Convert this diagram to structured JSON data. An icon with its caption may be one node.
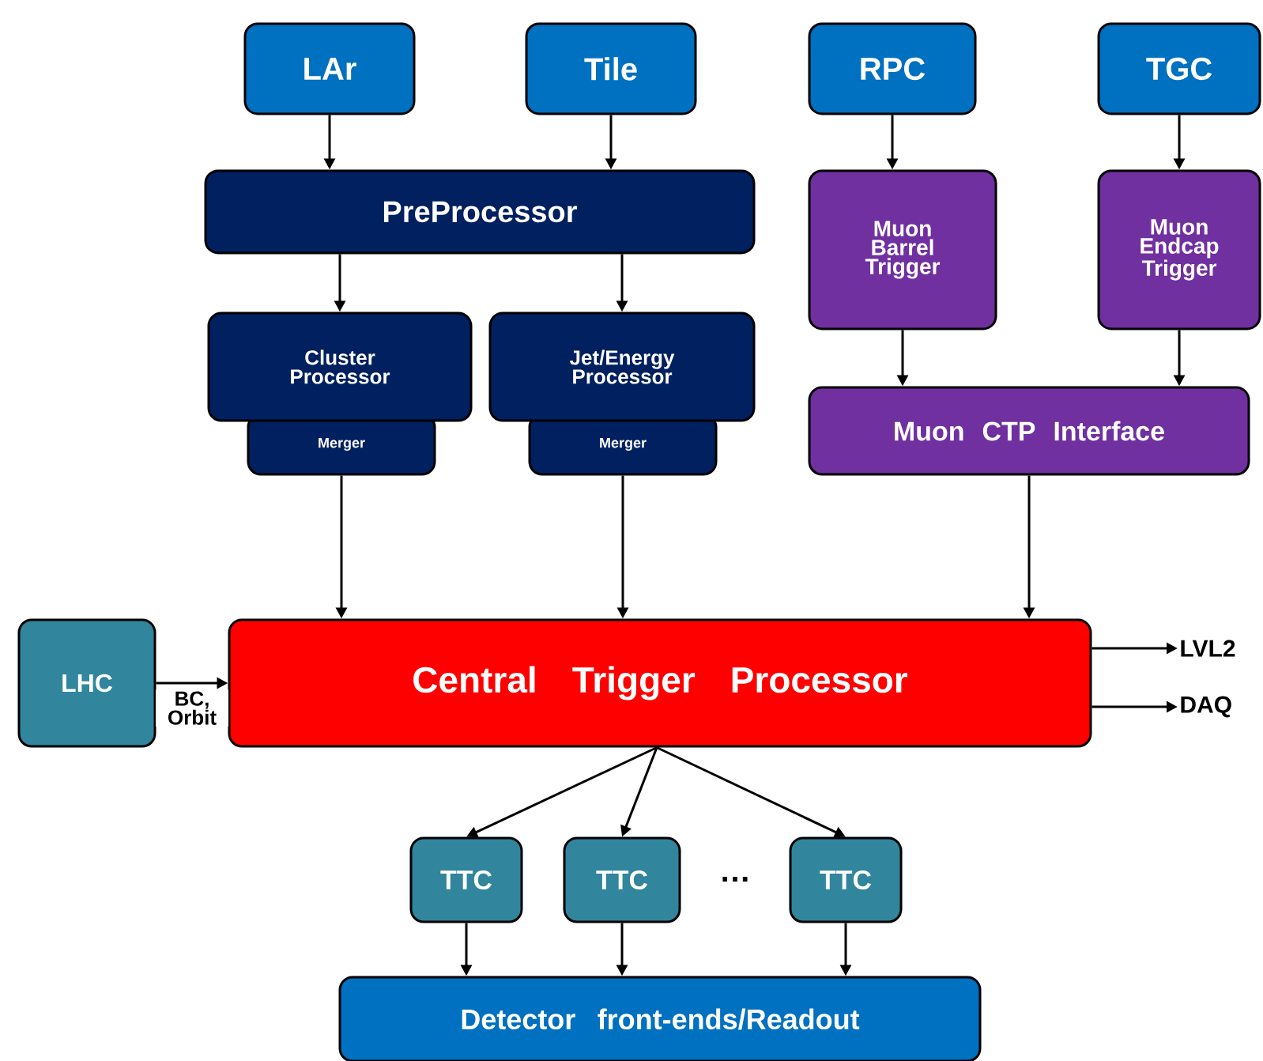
{
  "diagram": {
    "nodes": [
      {
        "text": [
          "LAr"
        ]
      },
      {
        "text": [
          "Tile"
        ]
      },
      {
        "text": [
          "RPC"
        ]
      },
      {
        "text": [
          "TGC"
        ]
      },
      {
        "text": [
          "PreProcessor"
        ]
      },
      {
        "text": [
          "Cluster Processor"
        ]
      },
      {
        "text": [
          "Merger"
        ]
      },
      {
        "text": [
          "Jet/Energy Processor"
        ]
      },
      {
        "text": [
          "Merger"
        ]
      },
      {
        "text": [
          "Muon Barrel Trigger"
        ]
      },
      {
        "text": [
          "Muon Endcap Trigger"
        ]
      },
      {
        "text": [
          "Muon CTP Interface"
        ]
      },
      {
        "text": [
          "LHC"
        ]
      },
      {
        "text": [
          "Central Trigger Processor"
        ]
      },
      {
        "text": [
          "LVL2"
        ]
      },
      {
        "text": [
          "DAQ"
        ]
      },
      {
        "text": [
          "TTC"
        ]
      },
      {
        "text": [
          "TTC"
        ]
      },
      {
        "text": [
          "TTC"
        ]
      },
      {
        "text": [
          "Detector front-ends/Readout"
        ]
      }
    ],
    "edges": [
      {
        "from": 0,
        "to": 4,
        "arrow": "to"
      },
      {
        "from": 1,
        "to": 4,
        "arrow": "to"
      },
      {
        "from": 4,
        "to": 5,
        "arrow": "to"
      },
      {
        "from": 4,
        "to": 7,
        "arrow": "to"
      },
      {
        "from": 2,
        "to": 9,
        "arrow": "to"
      },
      {
        "from": 3,
        "to": 10,
        "arrow": "to"
      },
      {
        "from": 9,
        "to": 11,
        "arrow": "to"
      },
      {
        "from": 10,
        "to": 11,
        "arrow": "to"
      },
      {
        "from": 6,
        "to": 13,
        "arrow": "to"
      },
      {
        "from": 8,
        "to": 13,
        "arrow": "to"
      },
      {
        "from": 11,
        "to": 13,
        "arrow": "to"
      },
      {
        "from": 12,
        "to": 13,
        "arrow": "to",
        "label": "BC, Orbit"
      },
      {
        "from": 13,
        "to": 14,
        "arrow": "to"
      },
      {
        "from": 13,
        "to": 15,
        "arrow": "to"
      },
      {
        "from": 13,
        "to": 16,
        "arrow": "to"
      },
      {
        "from": 13,
        "to": 17,
        "arrow": "to"
      },
      {
        "from": 13,
        "to": 18,
        "arrow": "to"
      },
      {
        "from": 16,
        "to": 19,
        "arrow": "to"
      },
      {
        "from": 17,
        "to": 19,
        "arrow": "to"
      },
      {
        "from": 18,
        "to": 19,
        "arrow": "to"
      }
    ],
    "labels": [
      "…"
    ]
  }
}
